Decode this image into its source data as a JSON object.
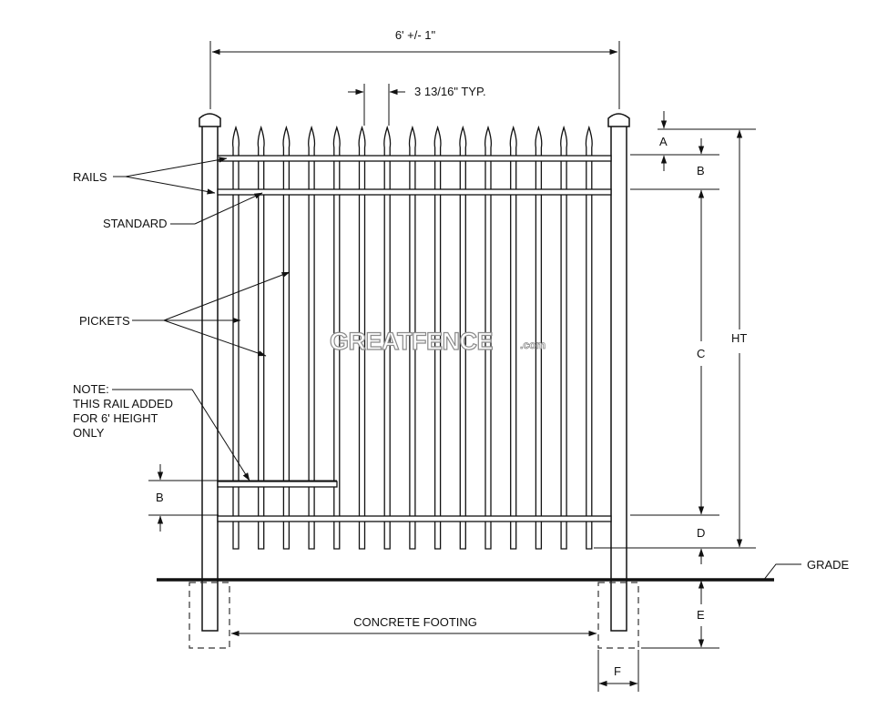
{
  "diagram": {
    "labels": {
      "overall_width": "6' +/- 1\"",
      "picket_spacing": "3 13/16\" TYP.",
      "rails": "RAILS",
      "standard": "STANDARD",
      "pickets": "PICKETS",
      "note_line1": "NOTE:",
      "note_line2": "THIS RAIL ADDED",
      "note_line3": "FOR 6' HEIGHT",
      "note_line4": "ONLY",
      "concrete_footing": "CONCRETE FOOTING",
      "grade": "GRADE",
      "dim_a": "A",
      "dim_b": "B",
      "dim_b_lower": "B",
      "dim_c": "C",
      "dim_d": "D",
      "dim_e": "E",
      "dim_f": "F",
      "dim_ht": "HT"
    },
    "watermark": {
      "brand_part1": "GREAT",
      "brand_part2": "FENCE",
      "brand_suffix": ".com"
    },
    "picket_count": 15
  }
}
